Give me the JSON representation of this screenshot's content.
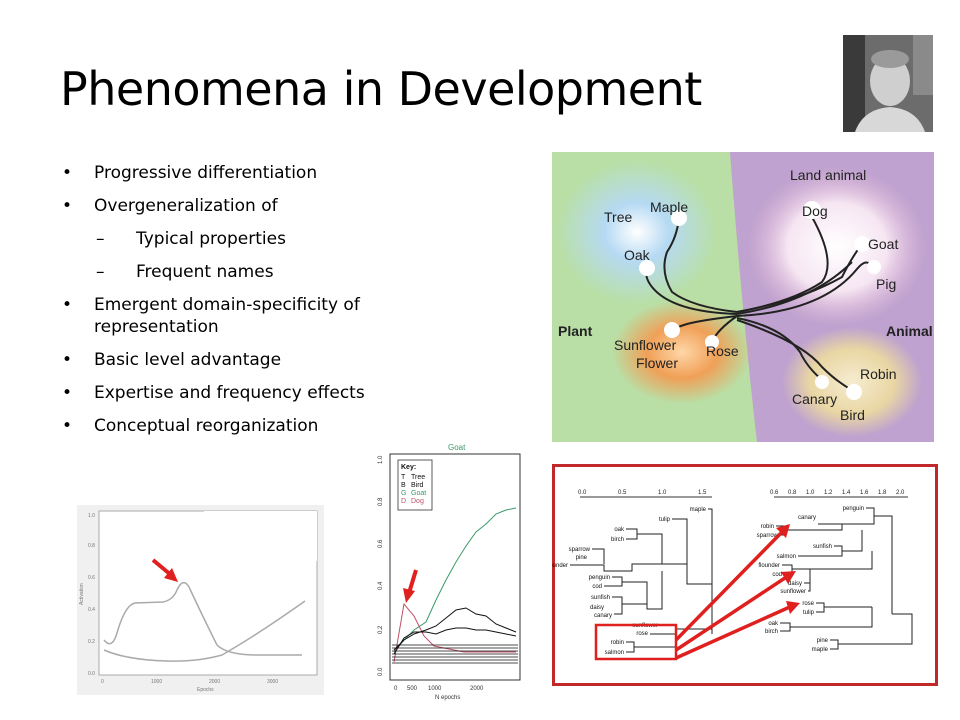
{
  "slide": {
    "title": "Phenomena in Development",
    "bullets": [
      {
        "text": "Progressive differentiation",
        "level": 1
      },
      {
        "text": "Overgeneralization of",
        "level": 1
      },
      {
        "text": "Typical properties",
        "level": 2
      },
      {
        "text": "Frequent names",
        "level": 2
      },
      {
        "text": "Emergent domain-specificity of representation",
        "level": 1
      },
      {
        "text": "Basic level advantage",
        "level": 1
      },
      {
        "text": "Expertise and frequency effects",
        "level": 1
      },
      {
        "text": "Conceptual reorganization",
        "level": 1
      }
    ]
  },
  "semantic_map": {
    "labels": {
      "land_animal": "Land animal",
      "maple": "Maple",
      "tree": "Tree",
      "oak": "Oak",
      "dog": "Dog",
      "goat": "Goat",
      "pig": "Pig",
      "plant": "Plant",
      "animal": "Animal",
      "sunflower": "Sunflower",
      "flower": "Flower",
      "rose": "Rose",
      "robin": "Robin",
      "canary": "Canary",
      "bird": "Bird"
    },
    "colors": {
      "plant_bg": "#b9dfa6",
      "animal_bg": "#bfa2cf",
      "tree_blob": "#b8dbf2",
      "flower_blob": "#f1a55e",
      "bird_blob": "#ead8a8"
    }
  },
  "activation_plot": {
    "ylabel": "Activation",
    "xlabel": "Epochs",
    "yticks": [
      "0.0",
      "0.2",
      "0.4",
      "0.6",
      "0.8",
      "1.0"
    ],
    "xticks": [
      "0",
      "1000",
      "2000",
      "3000"
    ]
  },
  "goat_plot": {
    "title": "Goat",
    "key_title": "Key:",
    "key": [
      {
        "code": "T",
        "label": "Tree"
      },
      {
        "code": "B",
        "label": "Bird"
      },
      {
        "code": "G",
        "label": "Goat"
      },
      {
        "code": "D",
        "label": "Dog"
      }
    ],
    "yticks": [
      "0.0",
      "0.2",
      "0.4",
      "0.6",
      "0.8",
      "1.0"
    ],
    "xticks": [
      "0",
      "500",
      "1000",
      "2000"
    ],
    "xlabel": "N epochs",
    "colors": {
      "goat": "#3a9a6a",
      "dog": "#c0506a",
      "other": "#111111"
    }
  },
  "dendrograms": {
    "left": {
      "axis_ticks": [
        "0.0",
        "0.5",
        "1.0",
        "1.5"
      ],
      "leaves": [
        "maple",
        "tulip",
        "oak",
        "birch",
        "sparrow",
        "pine",
        "flounder",
        "penguin",
        "cod",
        "sunfish",
        "daisy",
        "canary",
        "sunflower",
        "rose",
        "robin",
        "salmon"
      ]
    },
    "right": {
      "axis_ticks": [
        "0.6",
        "0.8",
        "1.0",
        "1.2",
        "1.4",
        "1.6",
        "1.8",
        "2.0"
      ],
      "leaves": [
        "penguin",
        "canary",
        "robin",
        "sparrow",
        "sunfish",
        "salmon",
        "flounder",
        "cod",
        "daisy",
        "sunflower",
        "rose",
        "tulip",
        "oak",
        "birch",
        "pine",
        "maple"
      ]
    },
    "frame_color": "#c0282a"
  },
  "arrow_color": "#e0201e"
}
